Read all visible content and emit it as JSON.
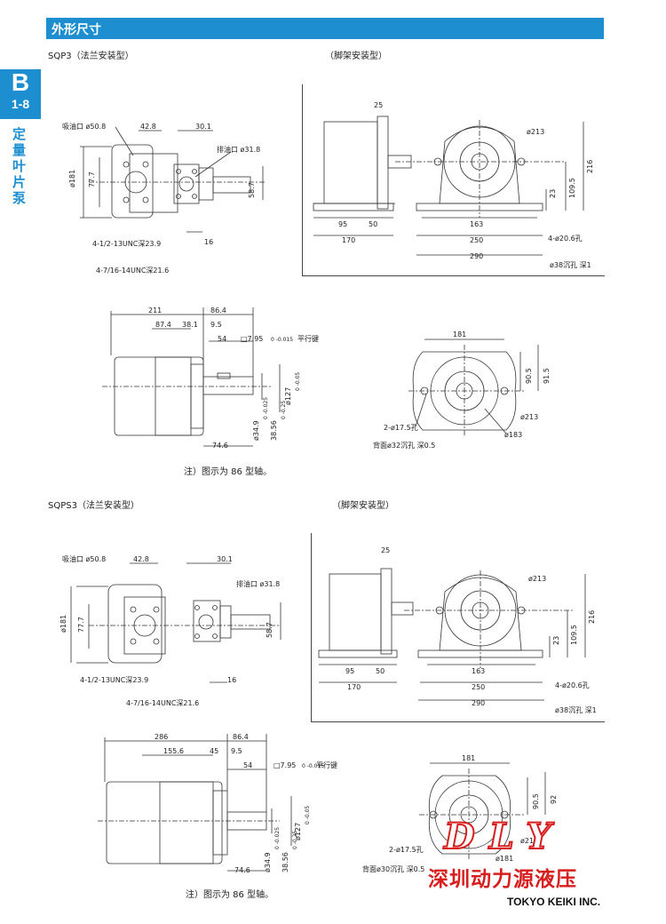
{
  "header": {
    "title": "外形尺寸"
  },
  "side_tab": {
    "letter": "B",
    "number": "1-8",
    "category": "定量叶片泵"
  },
  "sections": {
    "sqp3_flange": "SQP3（法兰安装型）",
    "sqp3_foot": "（脚架安装型）",
    "sqps3_flange": "SQPS3（法兰安装型）",
    "sqps3_foot": "（脚架安装型）"
  },
  "notes": {
    "note1": "注）图示为 86 型轴。",
    "note2": "注）图示为 86 型轴。"
  },
  "dims_sqp3_flange": {
    "suction": "吸油口 ø50.8",
    "d42": "42.8",
    "d30": "30.1",
    "discharge": "排油口 ø31.8",
    "d181": "ø181",
    "d77": "77.7",
    "d58": "58.7",
    "d16": "16",
    "bolt1": "4-1/2-13UNC深23.9",
    "bolt2": "4-7/16-14UNC深21.6"
  },
  "dims_sqp3_side": {
    "d211": "211",
    "d86": "86.4",
    "d87": "87.4",
    "d38": "38.1",
    "d9": "9.5",
    "d54": "54",
    "key": "□7.95",
    "key_tol": "0 -0.015",
    "key_label": "平行键",
    "d127": "ø127",
    "d127_tol": "0 -0.05",
    "d34": "ø34.9",
    "d34_tol": "0 -0.025",
    "d38_56": "38.56",
    "d38_56_tol": "0 -0.25",
    "d74": "74.6"
  },
  "dims_sqp3_foot": {
    "d25": "25",
    "d213": "ø213",
    "d216": "216",
    "d109": "109.5",
    "d23": "23",
    "d95": "95",
    "d50": "50",
    "d170": "170",
    "d163": "163",
    "d250": "250",
    "d290": "290",
    "hole": "4-ø20.6孔",
    "cbore": "ø38沉孔 深1"
  },
  "dims_sqp3_end": {
    "d181": "181",
    "d90": "90.5",
    "d91": "91.5",
    "d213": "ø213",
    "holes": "2-ø17.5孔",
    "d183": "ø183",
    "cbore": "背面ø32沉孔 深0.5"
  },
  "dims_sqps3_flange": {
    "suction": "吸油口 ø50.8",
    "d42": "42.8",
    "d30": "30.1",
    "discharge": "排油口 ø31.8",
    "d181": "ø181",
    "d77": "77.7",
    "d58": "58.7",
    "d16": "16",
    "bolt1": "4-1/2-13UNC深23.9",
    "bolt2": "4-7/16-14UNC深21.6"
  },
  "dims_sqps3_side": {
    "d286": "286",
    "d86": "86.4",
    "d155": "155.6",
    "d45": "45",
    "d9": "9.5",
    "d54": "54",
    "key": "□7.95",
    "key_tol": "0 -0.015",
    "key_label": "平行键",
    "d127": "ø127",
    "d127_tol": "0 -0.05",
    "d34": "ø34.9",
    "d34_tol": "0 -0.025",
    "d38_56": "38.56",
    "d38_56_tol": "0 -0.25",
    "d74": "74.6"
  },
  "dims_sqps3_foot": {
    "d25": "25",
    "d213": "ø213",
    "d216": "216",
    "d109": "109.5",
    "d23": "23",
    "d95": "95",
    "d50": "50",
    "d170": "170",
    "d163": "163",
    "d250": "250",
    "d290": "290",
    "hole": "4-ø20.6孔",
    "cbore": "ø38沉孔 深1"
  },
  "dims_sqps3_end": {
    "d181": "181",
    "d90": "90.5",
    "d92": "92",
    "d213": "ø213",
    "holes": "2-ø17.5孔",
    "d181b": "ø181",
    "cbore": "背面ø30沉孔 深0.5"
  },
  "watermark": {
    "logo": "DLY",
    "company": "深圳动力源液压"
  },
  "brand": "TOKYO KEIKI INC.",
  "colors": {
    "accent": "#1d8fd0",
    "watermark": "#d71d1d"
  }
}
